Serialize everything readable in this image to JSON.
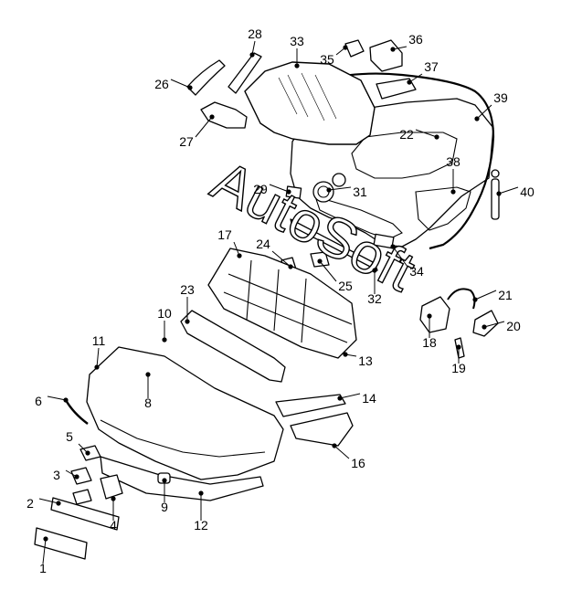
{
  "watermark": {
    "text": "AutoSoft"
  },
  "callouts": [
    "1",
    "2",
    "3",
    "4",
    "5",
    "6",
    "8",
    "9",
    "10",
    "11",
    "12",
    "13",
    "14",
    "16",
    "17",
    "18",
    "19",
    "20",
    "21",
    "22",
    "23",
    "24",
    "25",
    "26",
    "27",
    "28",
    "29",
    "31",
    "32",
    "33",
    "34",
    "35",
    "36",
    "37",
    "38",
    "39",
    "40"
  ]
}
